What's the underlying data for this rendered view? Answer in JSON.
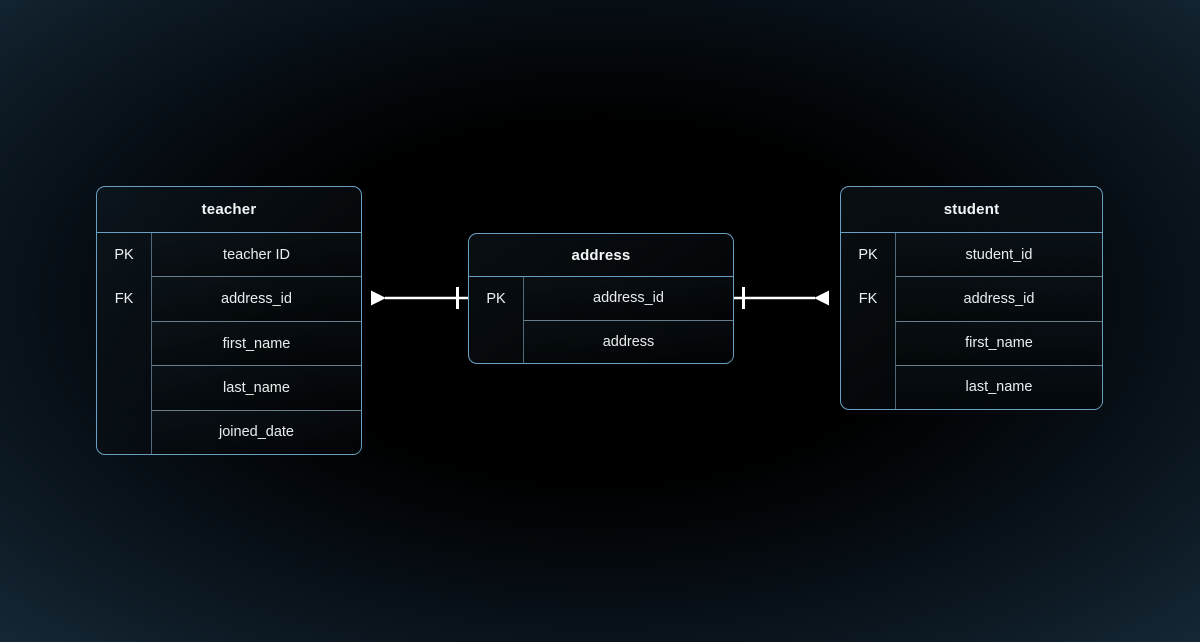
{
  "diagram": {
    "tables": [
      {
        "name": "teacher",
        "rows": [
          {
            "key": "PK",
            "field": "teacher ID"
          },
          {
            "key": "FK",
            "field": "address_id"
          },
          {
            "key": "",
            "field": "first_name"
          },
          {
            "key": "",
            "field": "last_name"
          },
          {
            "key": "",
            "field": "joined_date"
          }
        ]
      },
      {
        "name": "address",
        "rows": [
          {
            "key": "PK",
            "field": "address_id"
          },
          {
            "key": "",
            "field": "address"
          }
        ]
      },
      {
        "name": "student",
        "rows": [
          {
            "key": "PK",
            "field": "student_id"
          },
          {
            "key": "FK",
            "field": "address_id"
          },
          {
            "key": "",
            "field": "first_name"
          },
          {
            "key": "",
            "field": "last_name"
          }
        ]
      }
    ],
    "relationships": [
      {
        "from_table": "teacher",
        "from_field": "address_id",
        "to_table": "address",
        "to_field": "address_id",
        "outer_marker": "filled-arrow-pointing-to-address",
        "inner_marker": "one-tick"
      },
      {
        "from_table": "student",
        "from_field": "address_id",
        "to_table": "address",
        "to_field": "address_id",
        "outer_marker": "filled-arrow-pointing-to-address",
        "inner_marker": "one-tick"
      }
    ],
    "colors": {
      "background_center": "#000000",
      "background_edge": "#142633",
      "table_border": "#699fc0",
      "row_separator": "#9cbed2",
      "connector": "#ffffff",
      "title_text": "#f2f5f6",
      "field_text": "#e8ecee"
    }
  }
}
